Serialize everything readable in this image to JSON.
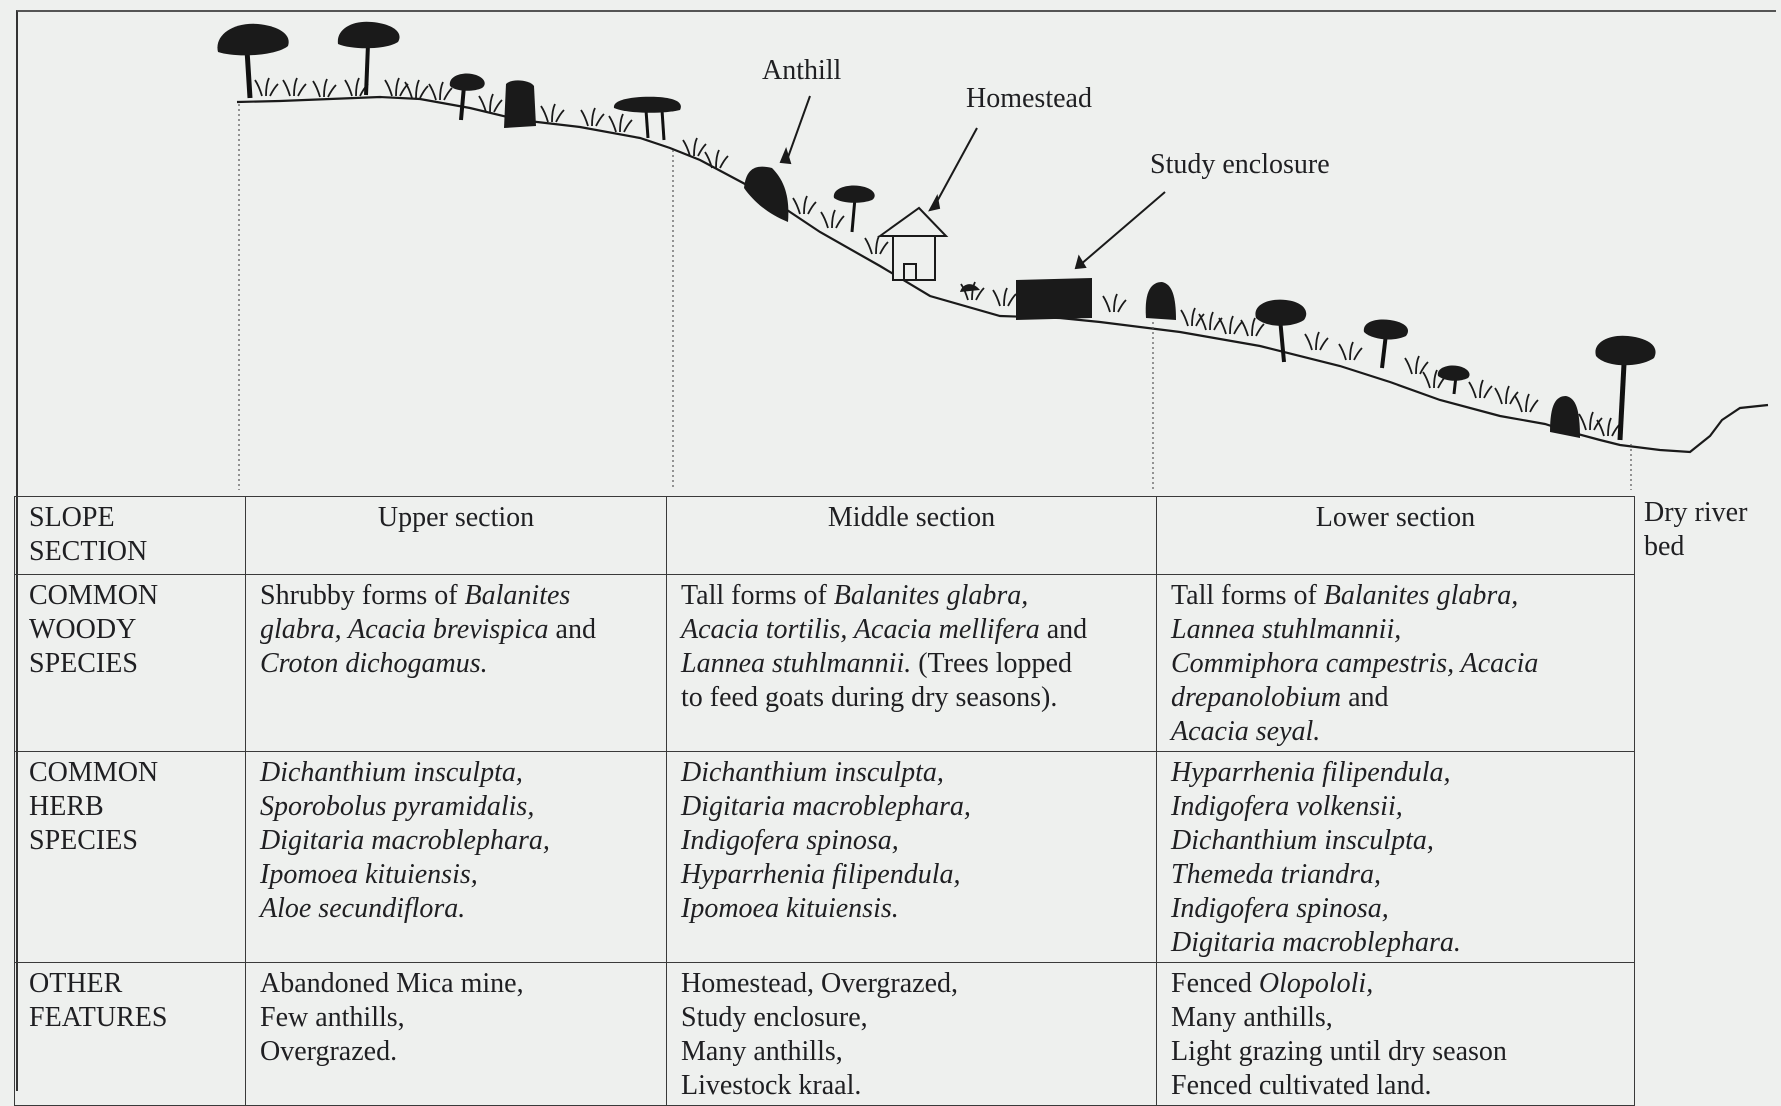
{
  "labels": {
    "anthill": "Anthill",
    "homestead": "Homestead",
    "study_enclosure": "Study enclosure"
  },
  "table": {
    "header": {
      "slope_section": [
        "SLOPE",
        "SECTION"
      ],
      "upper": "Upper section",
      "middle": "Middle section",
      "lower": "Lower section",
      "dry_river_bed": [
        "Dry river",
        "bed"
      ]
    },
    "rows": [
      {
        "label": [
          "COMMON",
          "WOODY",
          "SPECIES"
        ],
        "upper": [
          [
            {
              "t": "Shrubby forms of ",
              "i": false
            },
            {
              "t": "Balanites",
              "i": true
            }
          ],
          [
            {
              "t": "glabra, Acacia brevispica",
              "i": true
            },
            {
              "t": " and",
              "i": false
            }
          ],
          [
            {
              "t": "Croton dichogamus.",
              "i": true
            }
          ]
        ],
        "middle": [
          [
            {
              "t": "Tall forms of ",
              "i": false
            },
            {
              "t": "Balanites glabra,",
              "i": true
            }
          ],
          [
            {
              "t": "Acacia tortilis, Acacia mellifera",
              "i": true
            },
            {
              "t": " and",
              "i": false
            }
          ],
          [
            {
              "t": "Lannea stuhlmannii.",
              "i": true
            },
            {
              "t": " (Trees lopped",
              "i": false
            }
          ],
          [
            {
              "t": "to feed goats during dry seasons).",
              "i": false
            }
          ]
        ],
        "lower": [
          [
            {
              "t": "Tall forms of ",
              "i": false
            },
            {
              "t": "Balanites glabra,",
              "i": true
            }
          ],
          [
            {
              "t": "Lannea stuhlmannii,",
              "i": true
            }
          ],
          [
            {
              "t": "Commiphora campestris, Acacia",
              "i": true
            }
          ],
          [
            {
              "t": "drepanolobium",
              "i": true
            },
            {
              "t": " and",
              "i": false
            }
          ],
          [
            {
              "t": "Acacia seyal.",
              "i": true
            }
          ]
        ]
      },
      {
        "label": [
          "COMMON",
          "HERB",
          "SPECIES"
        ],
        "upper": [
          [
            {
              "t": "Dichanthium insculpta,",
              "i": true
            }
          ],
          [
            {
              "t": "Sporobolus pyramidalis,",
              "i": true
            }
          ],
          [
            {
              "t": "Digitaria macroblephara,",
              "i": true
            }
          ],
          [
            {
              "t": "Ipomoea kituiensis,",
              "i": true
            }
          ],
          [
            {
              "t": "Aloe secundiflora.",
              "i": true
            }
          ]
        ],
        "middle": [
          [
            {
              "t": "Dichanthium insculpta,",
              "i": true
            }
          ],
          [
            {
              "t": "Digitaria macroblephara,",
              "i": true
            }
          ],
          [
            {
              "t": "Indigofera spinosa,",
              "i": true
            }
          ],
          [
            {
              "t": "Hyparrhenia filipendula,",
              "i": true
            }
          ],
          [
            {
              "t": "Ipomoea kituiensis.",
              "i": true
            }
          ]
        ],
        "lower": [
          [
            {
              "t": "Hyparrhenia filipendula,",
              "i": true
            }
          ],
          [
            {
              "t": "Indigofera volkensii,",
              "i": true
            }
          ],
          [
            {
              "t": "Dichanthium insculpta,",
              "i": true
            }
          ],
          [
            {
              "t": "Themeda triandra,",
              "i": true
            }
          ],
          [
            {
              "t": "Indigofera spinosa,",
              "i": true
            }
          ],
          [
            {
              "t": "Digitaria macroblephara.",
              "i": true
            }
          ]
        ]
      },
      {
        "label": [
          "OTHER",
          "FEATURES"
        ],
        "upper": [
          [
            {
              "t": "Abandoned Mica mine,",
              "i": false
            }
          ],
          [
            {
              "t": "Few anthills,",
              "i": false
            }
          ],
          [
            {
              "t": "Overgrazed.",
              "i": false
            }
          ]
        ],
        "middle": [
          [
            {
              "t": "Homestead, Overgrazed,",
              "i": false
            }
          ],
          [
            {
              "t": "Study enclosure,",
              "i": false
            }
          ],
          [
            {
              "t": "Many anthills,",
              "i": false
            }
          ],
          [
            {
              "t": "Livestock kraal.",
              "i": false
            }
          ]
        ],
        "lower": [
          [
            {
              "t": "Fenced ",
              "i": false
            },
            {
              "t": "Olopololi,",
              "i": true
            }
          ],
          [
            {
              "t": "Many anthills,",
              "i": false
            }
          ],
          [
            {
              "t": "Light grazing until dry season",
              "i": false
            }
          ],
          [
            {
              "t": "Fenced cultivated land.",
              "i": false
            }
          ]
        ]
      }
    ]
  },
  "colors": {
    "ink": "#1f1f22",
    "silhouette": "#1a1a1a",
    "paper": "#eef0ee"
  }
}
